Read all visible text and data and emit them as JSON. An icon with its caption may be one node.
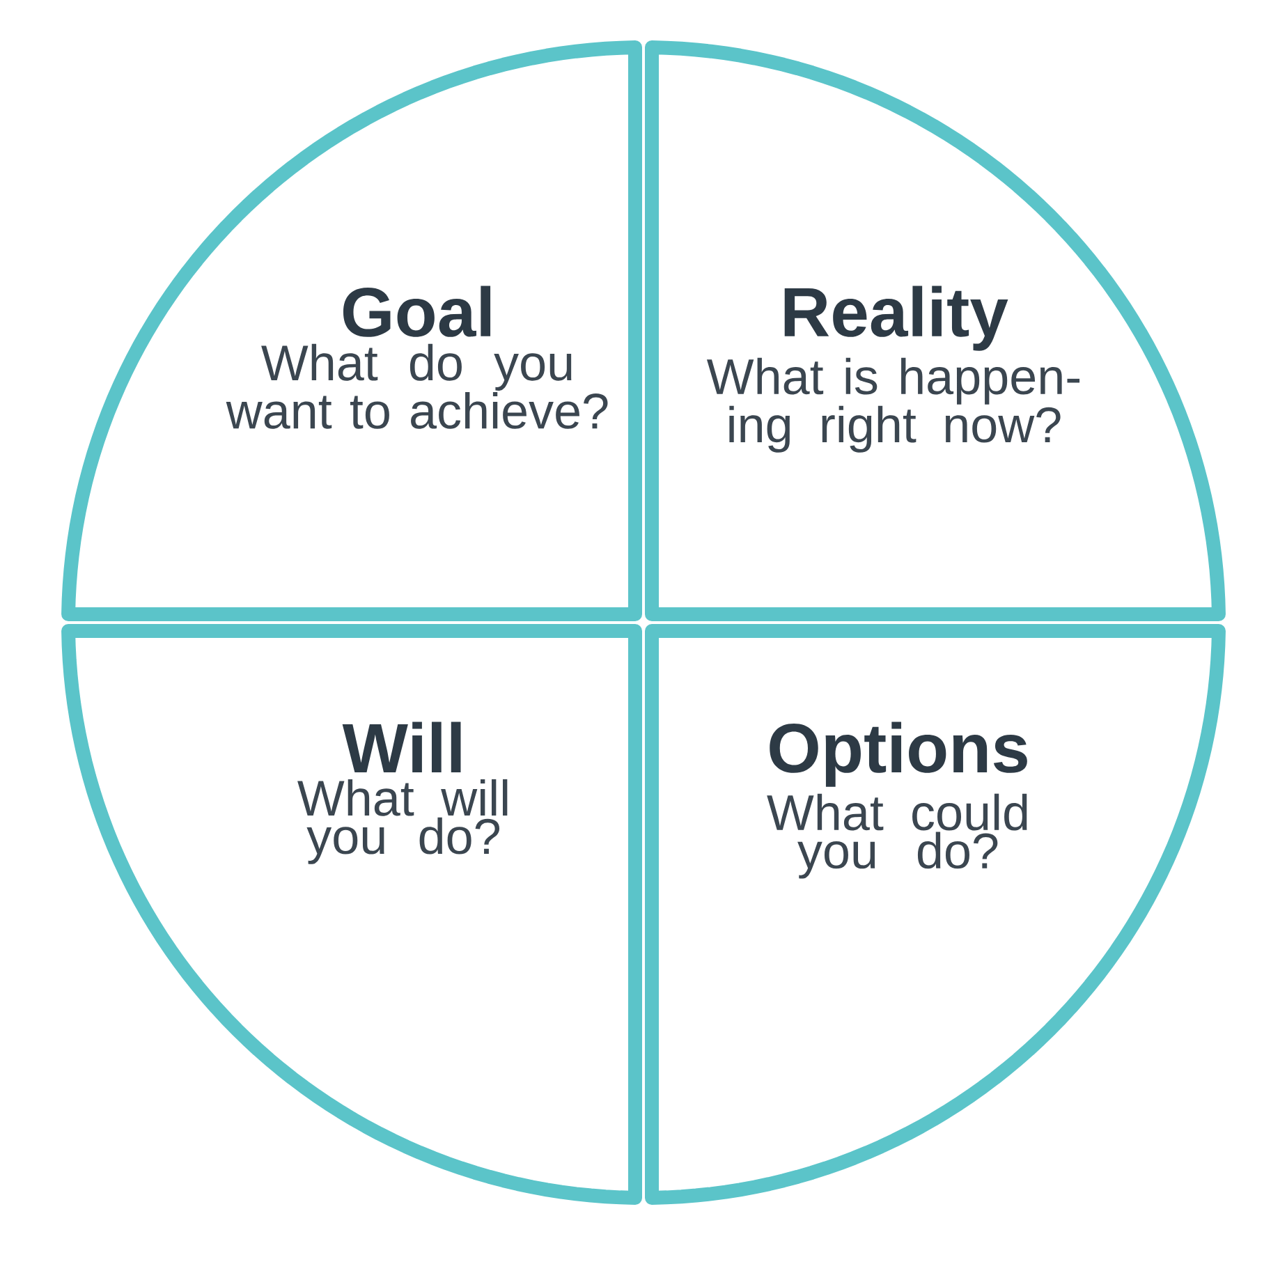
{
  "diagram": {
    "nodes": [
      {
        "text": [
          "Goal",
          "What do you want to achieve?"
        ]
      },
      {
        "text": [
          "Reality",
          "What is happen-ing right now?"
        ]
      },
      {
        "text": [
          "Will",
          "What will you do?"
        ]
      },
      {
        "text": [
          "Options",
          "What could you do?"
        ]
      }
    ]
  }
}
